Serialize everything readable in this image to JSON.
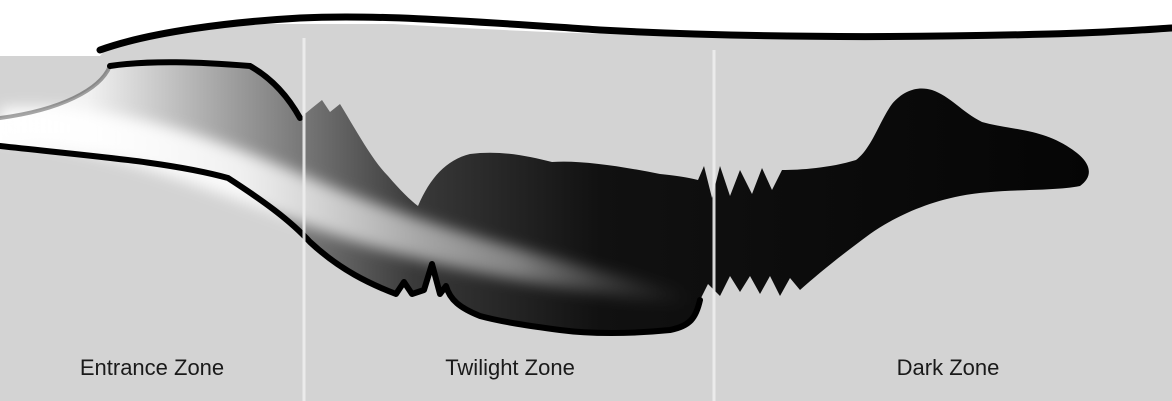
{
  "zones": [
    {
      "label": "Entrance Zone"
    },
    {
      "label": "Twilight Zone"
    },
    {
      "label": "Dark Zone"
    }
  ],
  "colors": {
    "rock": "#d3d3d3",
    "cave_outline": "#000000",
    "daylight": "#ffffff",
    "darkness": "#0a0a0a",
    "divider": "#eeeeee",
    "text": "#1a1a1a"
  }
}
